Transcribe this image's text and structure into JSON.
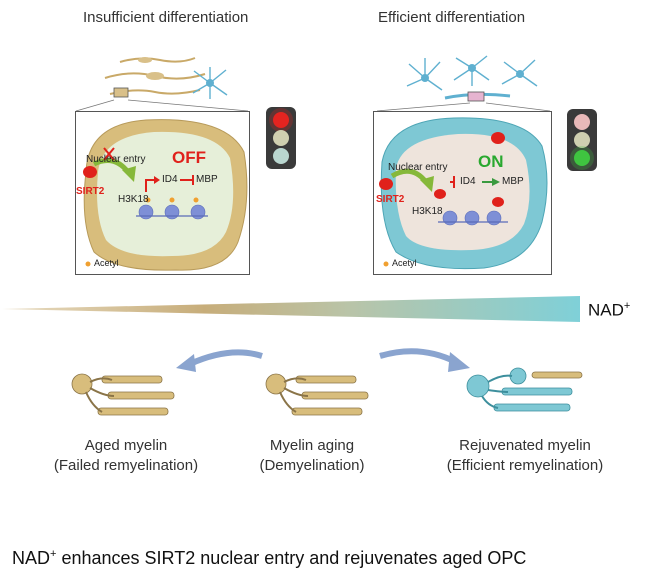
{
  "titles": {
    "left": "Insufficient differentiation",
    "right": "Efficient differentiation"
  },
  "left_panel": {
    "state": "OFF",
    "nuclear_entry": "Nuclear entry",
    "sirt2": "SIRT2",
    "h3k18": "H3K18",
    "id4": "ID4",
    "mbp": "MBP",
    "acetyl": "Acetyl"
  },
  "right_panel": {
    "state": "ON",
    "nuclear_entry": "Nuclear entry",
    "sirt2": "SIRT2",
    "h3k18": "H3K18",
    "id4": "ID4",
    "mbp": "MBP",
    "acetyl": "Acetyl"
  },
  "gradient": {
    "label_base": "NAD",
    "label_sup": "+"
  },
  "captions": {
    "left": {
      "line1": "Aged myelin",
      "line2": "(Failed remyelination)"
    },
    "center": {
      "line1": "Myelin aging",
      "line2": "(Demyelination)"
    },
    "right": {
      "line1": "Rejuvenated myelin",
      "line2": "(Efficient remyelination)"
    }
  },
  "footer": {
    "prefix": "NAD",
    "sup": "+",
    "text": " enhances SIRT2 nuclear entry and rejuvenates aged OPC"
  },
  "colors": {
    "left_cell": "#d8bd7c",
    "right_cell": "#7ec8d4",
    "nucleus_left": "#e6efd9",
    "nucleus_right": "#eee4dc",
    "red": "#e0211b",
    "green_arrow": "#86b83a",
    "blue_arrow": "#8aa4cf",
    "acetyl": "#f0a030"
  }
}
